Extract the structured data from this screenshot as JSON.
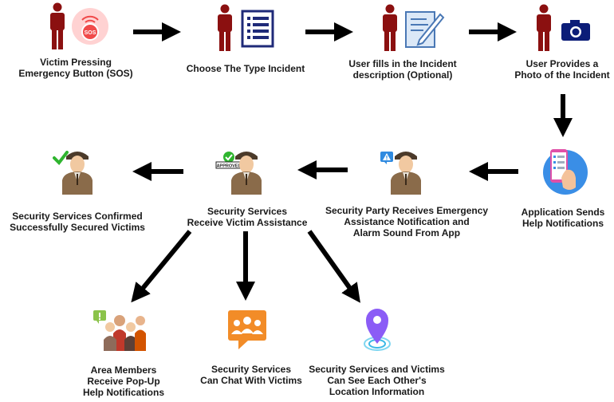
{
  "steps": {
    "sos": "Victim Pressing\nEmergency Button (SOS)",
    "choose_type": "Choose The Type Incident",
    "description": "User fills in the Incident\ndescription (Optional)",
    "photo": "User Provides a\nPhoto of the Incident",
    "app_sends": "Application Sends\nHelp Notifications",
    "security_receives": "Security Party Receives Emergency\nAssistance Notification and\nAlarm Sound From App",
    "receive_assistance": "Security Services\nReceive Victim Assistance",
    "confirmed": "Security Services Confirmed\nSuccessfully Secured Victims",
    "area_members": "Area Members\nReceive Pop-Up\nHelp Notifications",
    "chat": "Security Services\nCan Chat With Victims",
    "location": "Security Services and Victims\nCan See Each Other's\nLocation Information"
  },
  "badges": {
    "sos": "SOS",
    "approved": "APPROVED"
  },
  "icons": {
    "person": "person-icon",
    "sos": "sos-button-icon",
    "list": "list-icon",
    "edit": "edit-document-icon",
    "camera": "camera-icon",
    "phone": "phone-notification-icon",
    "guard": "security-guard-icon",
    "check": "checkmark-icon",
    "approved": "approved-stamp-icon",
    "alert": "alert-badge-icon",
    "group": "group-alert-icon",
    "chat": "group-chat-icon",
    "pin": "location-pin-icon"
  },
  "colors": {
    "person": "#8b1010",
    "arrow": "#000000",
    "sos_bg": "#ffd2d2",
    "sos_button": "#f04a4a",
    "list": "#1f2a78",
    "camera": "#0c1d78",
    "phone": "#3a8ee6",
    "check": "#2fb52f",
    "alert_blue": "#2f8ae0",
    "chat_orange": "#f28c28",
    "pin_purple": "#8b5cf6"
  }
}
